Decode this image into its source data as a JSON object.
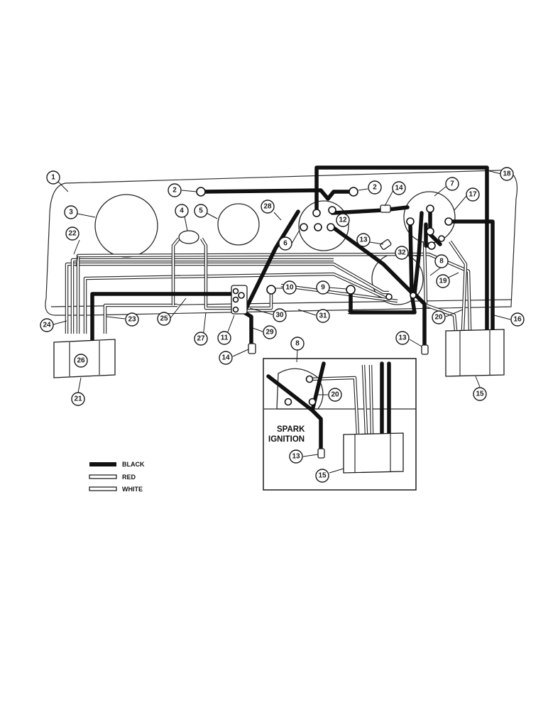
{
  "inset": {
    "title_line1": "SPARK",
    "title_line2": "IGNITION"
  },
  "legend": [
    {
      "label": "BLACK",
      "style": "black"
    },
    {
      "label": "RED",
      "style": "light"
    },
    {
      "label": "WHITE",
      "style": "light"
    }
  ],
  "callouts": {
    "c1": "1",
    "c2a": "2",
    "c2b": "2",
    "c3": "3",
    "c4": "4",
    "c5": "5",
    "c6": "6",
    "c7": "7",
    "c8a": "8",
    "c9": "9",
    "c10": "10",
    "c11": "11",
    "c12": "12",
    "c13a": "13",
    "c13b": "13",
    "c14a": "14",
    "c14b": "14",
    "c15": "15",
    "c16": "16",
    "c17": "17",
    "c18": "18",
    "c19": "19",
    "c20": "20",
    "c21": "21",
    "c22": "22",
    "c23": "23",
    "c24": "24",
    "c25": "25",
    "c26": "26",
    "c27": "27",
    "c28": "28",
    "c29": "29",
    "c30": "30",
    "c31": "31",
    "c32": "32",
    "i8": "8",
    "i13": "13",
    "i15": "15",
    "i20": "20"
  },
  "colors": {
    "line": "#1a1a1a",
    "black_wire": "#111111",
    "light_wire": "#ffffff",
    "background": "#ffffff"
  }
}
